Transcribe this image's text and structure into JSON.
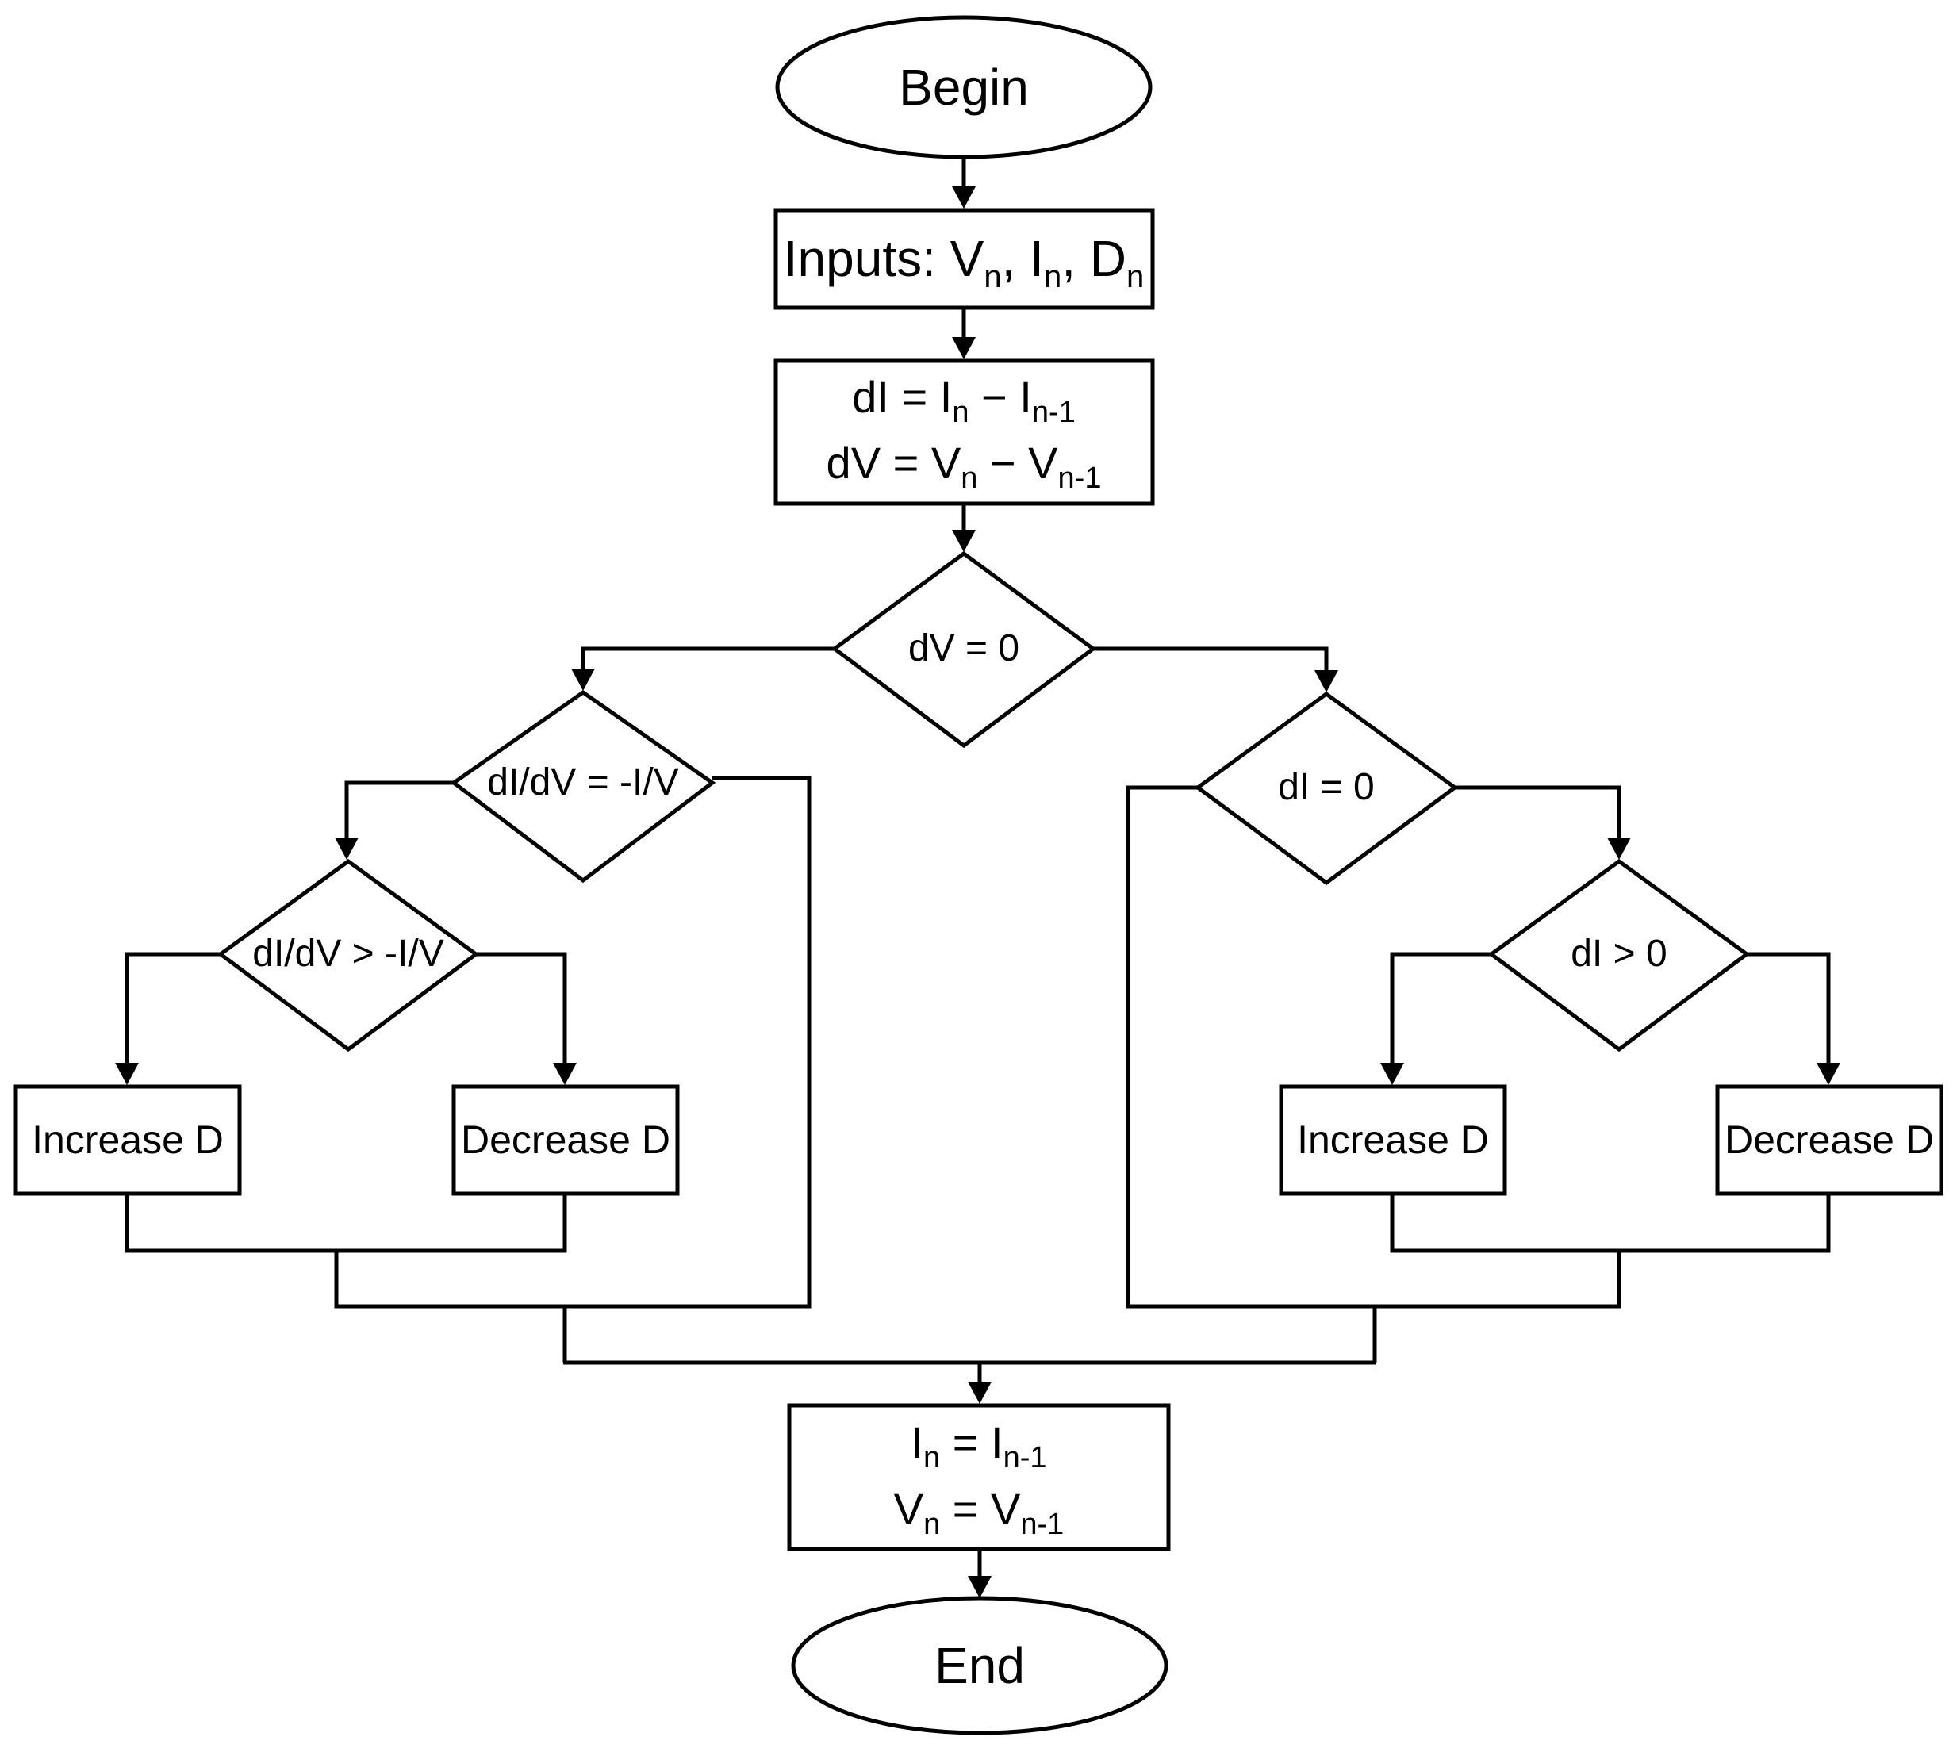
{
  "begin": "Begin",
  "end": "End",
  "inputs": {
    "prefix": "Inputs: ",
    "v": "V",
    "i": "I",
    "d": "D",
    "sub": "n",
    "sep": ", "
  },
  "calc": {
    "di_lhs": "dI = I",
    "di_sub1": "n",
    "di_mid": " − I",
    "di_sub2": "n-1",
    "dv_lhs": "dV = V",
    "dv_sub1": "n",
    "dv_mid": " − V",
    "dv_sub2": "n-1"
  },
  "decisions": {
    "dv_zero": "dV = 0",
    "didv_eq": "dI/dV = -I/V",
    "didv_gt": "dI/dV > -I/V",
    "di_zero": "dI = 0",
    "di_pos": "dI > 0"
  },
  "actions": {
    "increase_left": "Increase D",
    "decrease_left": "Decrease D",
    "increase_right": "Increase D",
    "decrease_right": "Decrease D"
  },
  "update": {
    "i_lhs": "I",
    "i_sub1": "n",
    "i_mid": " = I",
    "i_sub2": "n-1",
    "v_lhs": "V",
    "v_sub1": "n",
    "v_mid": " = V",
    "v_sub2": "n-1"
  }
}
